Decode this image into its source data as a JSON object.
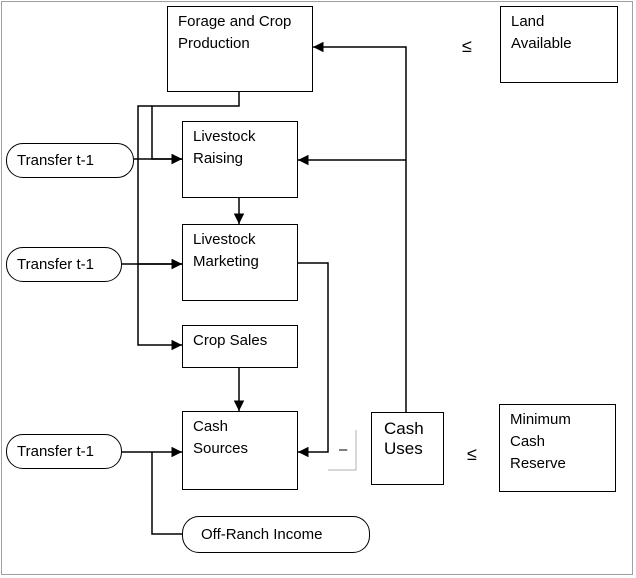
{
  "nodes": {
    "forage_crop": "Forage and Crop\nProduction",
    "land_available": "Land\nAvailable",
    "livestock_raising": "Livestock\nRaising",
    "livestock_marketing": "Livestock\nMarketing",
    "crop_sales": "Crop Sales",
    "cash_sources": "Cash\nSources",
    "cash_uses": "Cash\nUses",
    "minimum_cash_reserve": "Minimum\nCash\nReserve",
    "off_ranch_income": "Off-Ranch Income"
  },
  "transfers": [
    "Transfer t-1",
    "Transfer t-1",
    "Transfer t-1"
  ],
  "symbols": {
    "land_constraint": "≤",
    "cash_constraint": "≤",
    "minus": "–"
  },
  "colors": {
    "stroke": "#000000",
    "frame": "#a0a0a0"
  }
}
